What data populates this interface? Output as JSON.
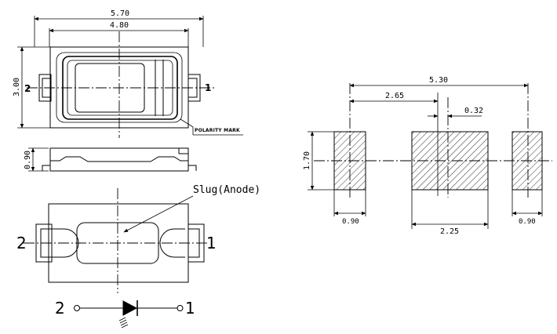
{
  "top_view": {
    "width_overall": "5.70",
    "width_body": "4.80",
    "height": "3.00",
    "pin_left": "2",
    "pin_right": "1",
    "polarity_label": "POLARITY MARK"
  },
  "side_view": {
    "thickness": "0.90"
  },
  "bottom_view": {
    "slug_label": "Slug(Anode)",
    "pin_left": "2",
    "pin_right": "1"
  },
  "symbol": {
    "pin_left": "2",
    "pin_right": "1"
  },
  "footprint": {
    "total_span": "5.30",
    "half_span": "2.65",
    "offset": "0.32",
    "pad_height": "1.70",
    "left_pad_width": "0.90",
    "center_pad_width": "2.25",
    "right_pad_width": "0.90"
  }
}
